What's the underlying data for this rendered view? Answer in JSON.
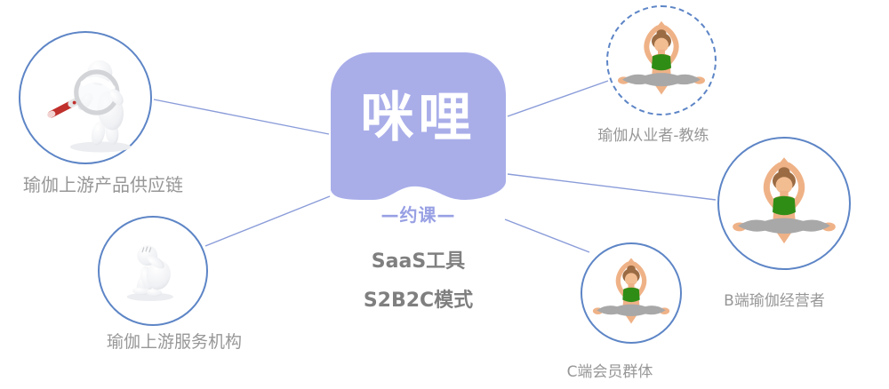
{
  "center": {
    "logo_text": "咪哩",
    "subtitle": "—约课—",
    "tagline_1": "SaaS工具",
    "tagline_2": "S2B2C模式"
  },
  "nodes": [
    {
      "id": "supply-chain",
      "label": "瑜伽上游产品供应链",
      "icon": "magnifier-person-icon",
      "position": "left-top"
    },
    {
      "id": "service-org",
      "label": "瑜伽上游服务机构",
      "icon": "thinker-person-icon",
      "position": "left-bottom"
    },
    {
      "id": "coach",
      "label": "瑜伽从业者-教练",
      "icon": "yoga-pose-icon",
      "position": "right-top"
    },
    {
      "id": "b-side",
      "label": "B端瑜伽经营者",
      "icon": "yoga-pose-icon",
      "position": "right-middle"
    },
    {
      "id": "c-side",
      "label": "C端会员群体",
      "icon": "yoga-pose-icon",
      "position": "right-bottom"
    }
  ],
  "colors": {
    "logo_background": "#a9aee9",
    "logo_text": "#ffffff",
    "subtitle_text": "#98a0e4",
    "tagline_text": "#7f7f7f",
    "node_label_text": "#979797",
    "circle_border": "#5d85c6",
    "connector_line": "#8a9cd9",
    "yoga_skin": "#efb287",
    "yoga_top_green": "#2f8d15",
    "yoga_pants_gray": "#a8a8a8",
    "yoga_hair_brown": "#9b6b43",
    "magnifier_handle_red": "#c0302c"
  }
}
